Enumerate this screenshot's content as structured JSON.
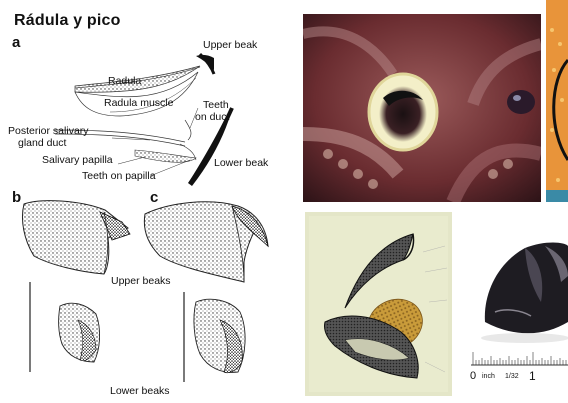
{
  "title": "Rádula y pico",
  "panels": {
    "a": "a",
    "b": "b",
    "c": "c"
  },
  "labels": {
    "upper_beak": "Upper beak",
    "radula": "Radula",
    "radula_muscle": "Radula muscle",
    "teeth_on_duct_1": "Teeth",
    "teeth_on_duct_2": "on duct",
    "posterior_salivary_1": "Posterior salivary",
    "posterior_salivary_2": "gland duct",
    "salivary_papilla": "Salivary papilla",
    "lower_beak": "Lower beak",
    "teeth_on_papilla": "Teeth on papilla",
    "upper_beaks": "Upper beaks",
    "lower_beaks": "Lower beaks"
  },
  "ruler": {
    "zero": "0",
    "unit": "inch",
    "fraction": "1/32",
    "one": "1"
  },
  "colors": {
    "squid_skin": "#7a3b3d",
    "beak_white": "#f3efc8",
    "parchment": "#e4e6c8",
    "radula_gold": "#c99b3a",
    "beak_black": "#1a1a1a",
    "accent_orange": "#e8943a"
  }
}
